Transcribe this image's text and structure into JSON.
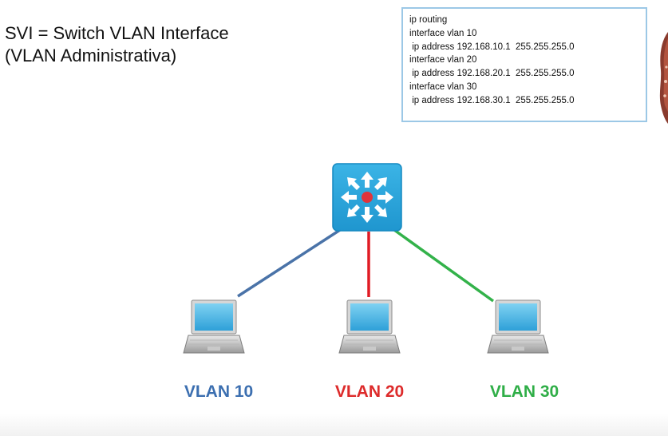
{
  "title": {
    "line1": "SVI = Switch VLAN Interface",
    "line2": "(VLAN Administrativa)"
  },
  "config": {
    "lines": [
      "ip routing",
      "interface vlan 10",
      " ip address 192.168.10.1  255.255.255.0",
      "interface vlan 20",
      " ip address 192.168.20.1  255.255.255.0",
      "interface vlan 30",
      " ip address 192.168.30.1  255.255.255.0"
    ]
  },
  "switch": {
    "icon": "layer3-switch-icon",
    "color": "#29a8dd"
  },
  "hosts": [
    {
      "label": "VLAN 10",
      "color": "#3c6fb0",
      "link_color": "#4a73a8",
      "icon": "laptop-icon"
    },
    {
      "label": "VLAN 20",
      "color": "#dd2b2b",
      "link_color": "#e01b24",
      "icon": "laptop-icon"
    },
    {
      "label": "VLAN 30",
      "color": "#2fae47",
      "link_color": "#33b24a",
      "icon": "laptop-icon"
    }
  ]
}
